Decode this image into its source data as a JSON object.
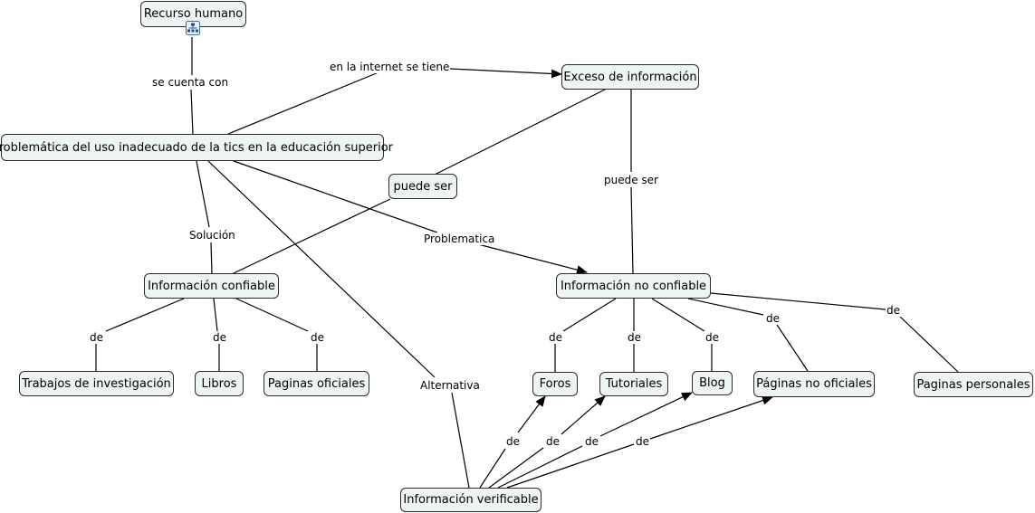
{
  "concepts": {
    "recurso": "Recurso humano",
    "problematica": "Problemática del uso inadecuado de la tics en la educación superior",
    "exceso": "Exceso de información",
    "puede_ser_box": "puede ser",
    "confiable": "Información confiable",
    "no_confiable": "Información no confiable",
    "trabajos": "Trabajos de investigación",
    "libros": "Libros",
    "paginas_oficiales": "Paginas oficiales",
    "foros": "Foros",
    "tutoriales": "Tutoriales",
    "blog": "Blog",
    "paginas_no_oficiales": "Páginas no oficiales",
    "paginas_personales": "Paginas personales",
    "verificable": "Información verificable"
  },
  "links": {
    "se_cuenta_con": "se cuenta con",
    "en_internet": "en la internet se tiene",
    "puede_ser": "puede ser",
    "solucion": "Solución",
    "problematica": "Problematica",
    "alternativa": "Alternativa",
    "de": "de"
  },
  "icons": {
    "resource": "hierarchy-resource-icon"
  },
  "colors": {
    "node_fill": "#eef3f4",
    "node_border": "#2b2b2b",
    "line": "#000000"
  }
}
